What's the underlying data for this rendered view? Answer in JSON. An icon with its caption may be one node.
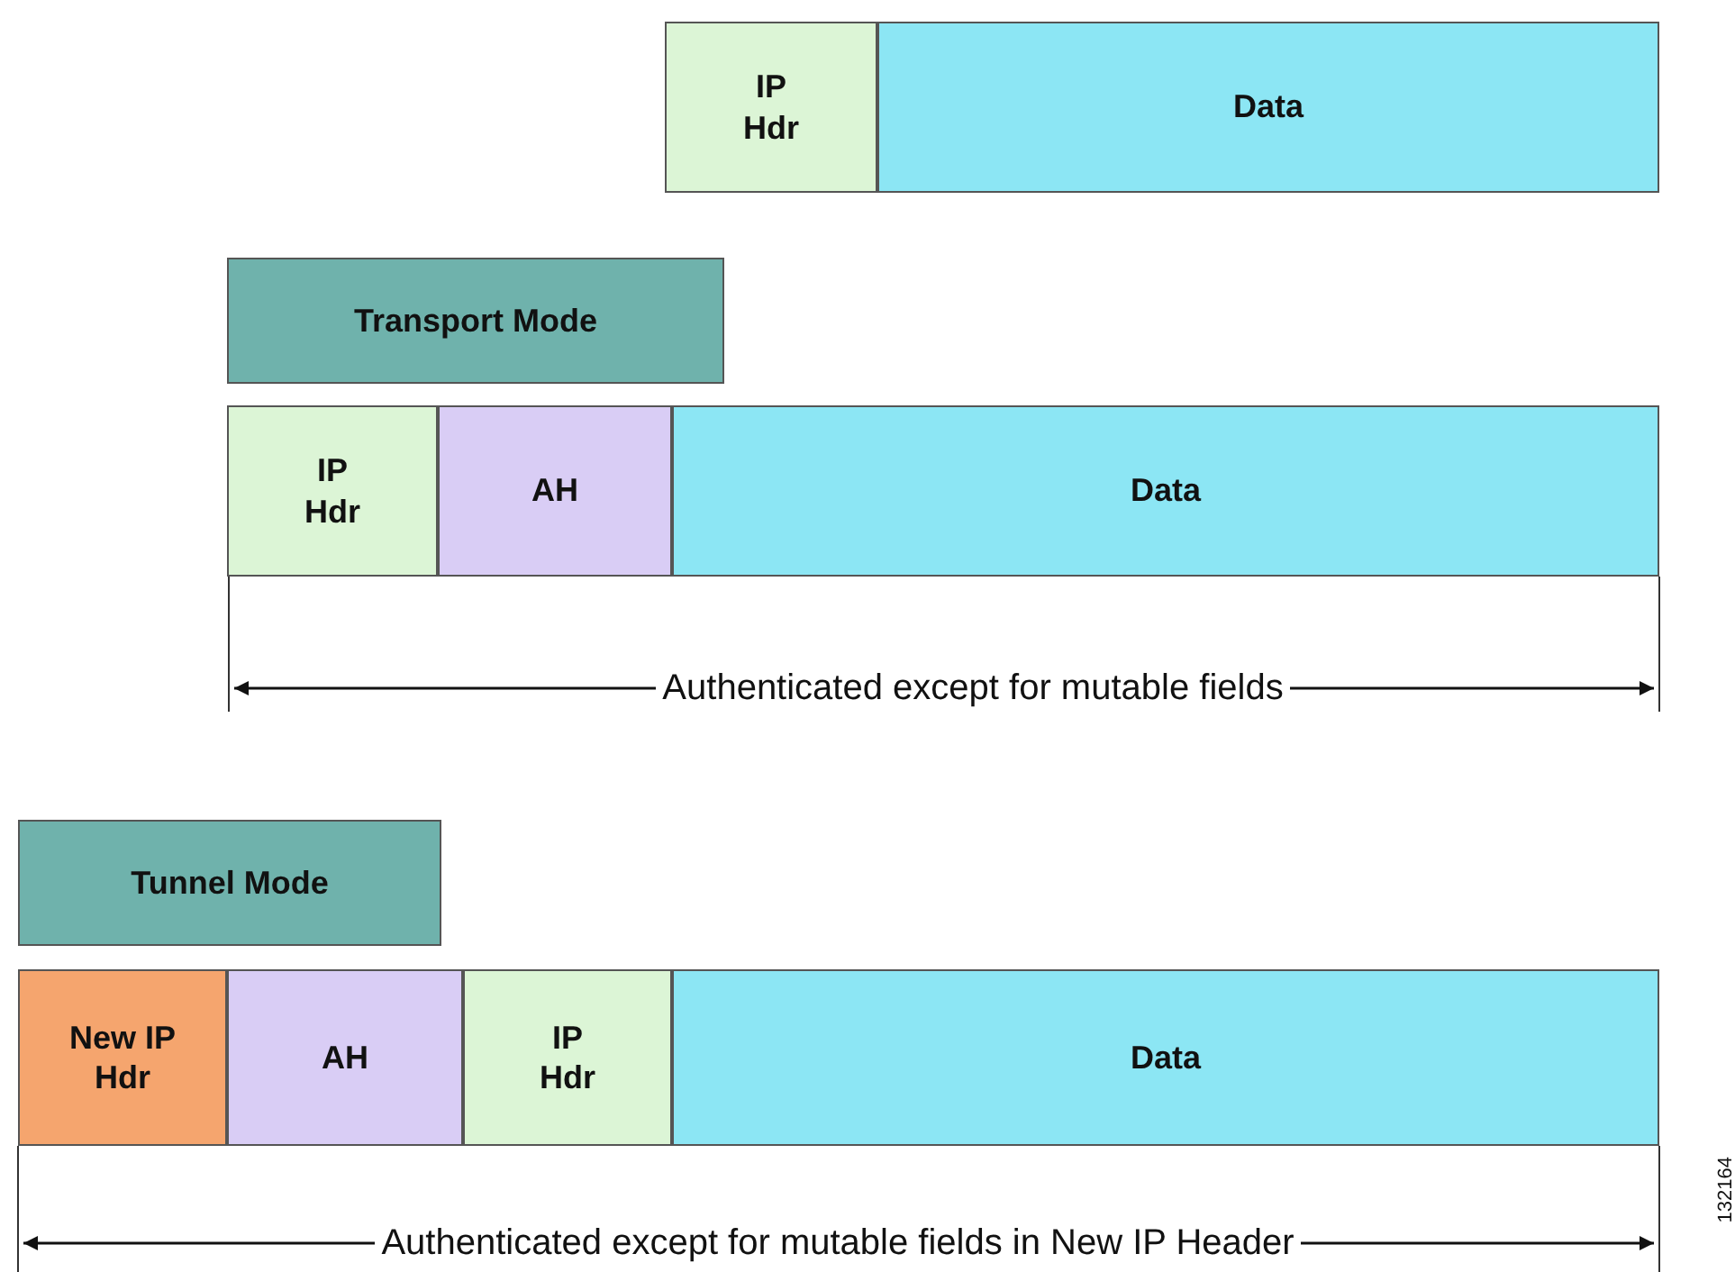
{
  "diagram": {
    "nodes": [
      {
        "text": [
          "IP Hdr"
        ]
      },
      {
        "text": [
          "Data"
        ]
      },
      {
        "text": [
          "Transport Mode"
        ]
      },
      {
        "text": [
          "IP Hdr"
        ]
      },
      {
        "text": [
          "AH"
        ]
      },
      {
        "text": [
          "Data"
        ]
      },
      {
        "text": [
          "Tunnel Mode"
        ]
      },
      {
        "text": [
          "New IP Hdr"
        ]
      },
      {
        "text": [
          "AH"
        ]
      },
      {
        "text": [
          "IP Hdr"
        ]
      },
      {
        "text": [
          "Data"
        ]
      }
    ],
    "edges": [],
    "labels": [
      "Authenticated except for mutable fields",
      "Authenticated except for mutable fields in New IP Header",
      "132164"
    ]
  }
}
